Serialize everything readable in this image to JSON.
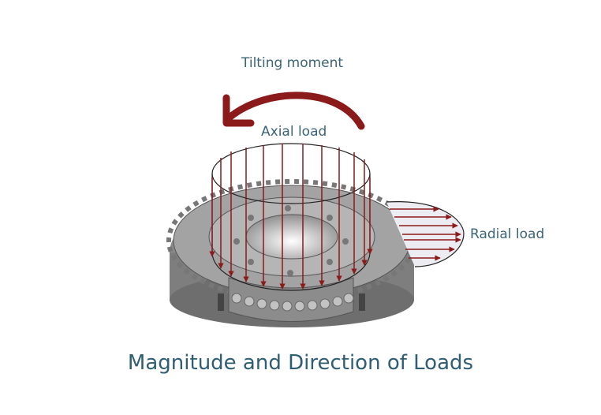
{
  "labels": {
    "tilting_moment": "Tilting moment",
    "axial_load": "Axial load",
    "radial_load": "Radial load"
  },
  "caption": "Magnitude and Direction of Loads",
  "colors": {
    "arrow": "#8b1a1a",
    "label_text": "#3b6478",
    "caption_text": "#2f5d73",
    "gear_body": "#9a9a9a",
    "gear_dark": "#6e6e6e",
    "background": "#ffffff"
  }
}
